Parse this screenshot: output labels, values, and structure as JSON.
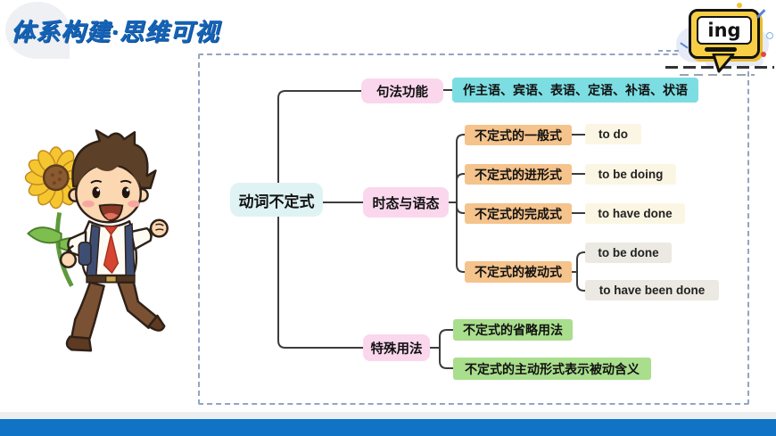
{
  "header": {
    "title": "体系构建·思维可视"
  },
  "badge": {
    "label": "ing"
  },
  "mindmap": {
    "root": {
      "label": "动词不定式"
    },
    "branches": [
      {
        "label": "句法功能",
        "children": [
          {
            "label": "作主语、宾语、表语、定语、补语、状语"
          }
        ]
      },
      {
        "label": "时态与语态",
        "children": [
          {
            "label": "不定式的一般式",
            "forms": [
              "to do"
            ]
          },
          {
            "label": "不定式的进形式",
            "forms": [
              "to be doing"
            ]
          },
          {
            "label": "不定式的完成式",
            "forms": [
              "to have done"
            ]
          },
          {
            "label": "不定式的被动式",
            "forms": [
              "to be done",
              "to have been done"
            ]
          }
        ]
      },
      {
        "label": "特殊用法",
        "children": [
          {
            "label": "不定式的省略用法"
          },
          {
            "label": "不定式的主动形式表示被动含义"
          }
        ]
      }
    ]
  },
  "icons": {
    "illustration": "student-with-sunflower",
    "badge_icon": "ing-speech-bubble"
  },
  "colors": {
    "title_blue": "#1563B7",
    "bottom_bar_blue": "#1173C5",
    "branch_pink": "#FAD7ED",
    "function_cyan": "#7CDEE3",
    "root_cyan": "#DFF3F5",
    "tense_orange": "#F5C38C",
    "form_cream": "#FBF6E3",
    "form_gray": "#ECE9E3",
    "usage_green": "#A9DE8D",
    "bubble_yellow": "#F8CE45",
    "dashed_border": "#93A4C4"
  }
}
